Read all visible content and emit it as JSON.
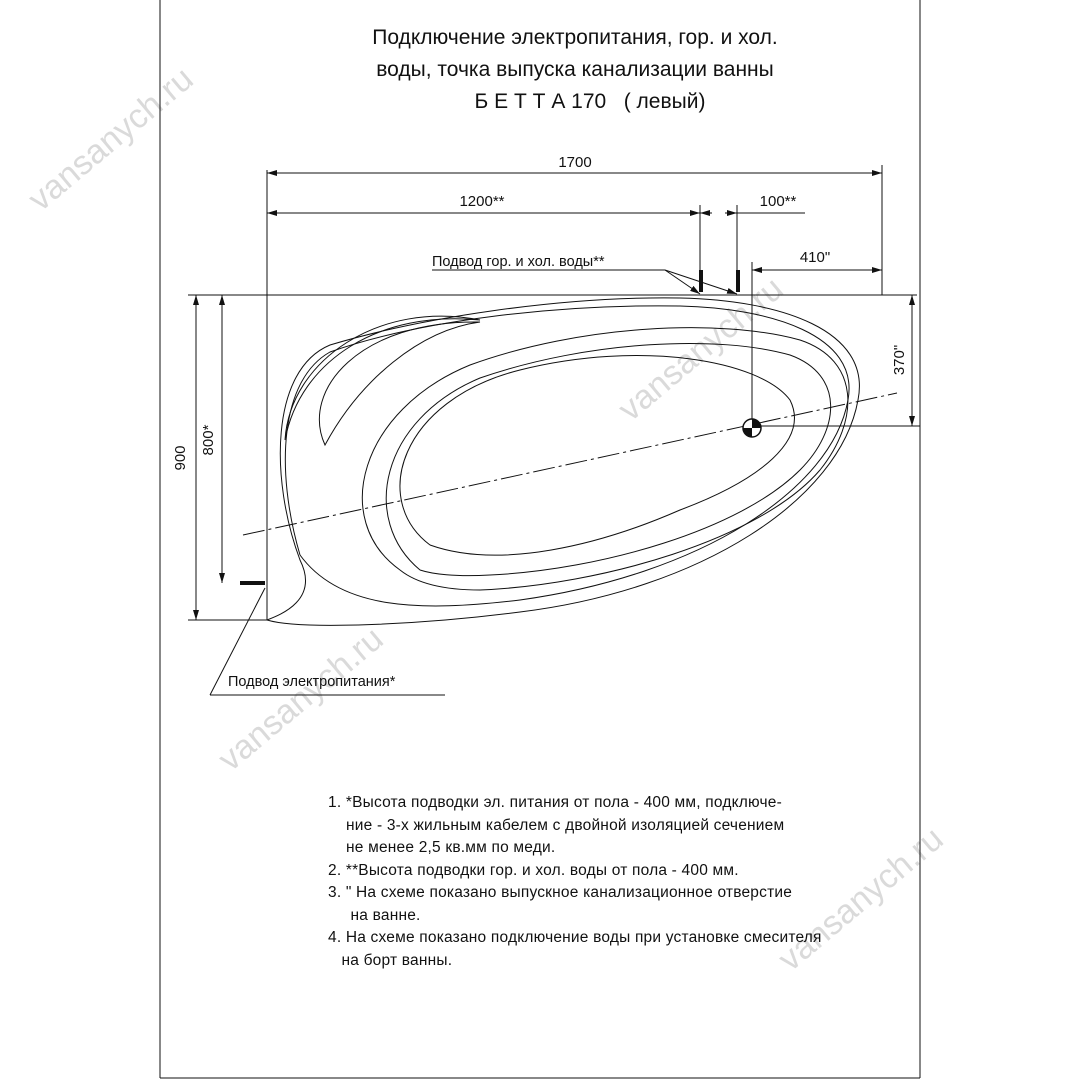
{
  "title": {
    "line1": "Подключение электропитания, гор. и хол.",
    "line2": "воды, точка выпуска канализации ванны",
    "line3": "Б Е Т Т А 170   ( левый)"
  },
  "dimensions": {
    "total_length": "1700",
    "water_offset": "1200**",
    "water_spacing": "100**",
    "drain_from_right": "410\"",
    "drain_from_top": "370\"",
    "total_width": "900",
    "power_offset": "800*"
  },
  "labels": {
    "water_supply": "Подвод гор. и хол. воды**",
    "power_supply": "Подвод электропитания*"
  },
  "notes": [
    "1. *Высота подводки эл. питания от пола - 400 мм, подключе-",
    "    ние - 3-х жильным кабелем с двойной изоляцией сечением",
    "    не менее 2,5 кв.мм по меди.",
    "2. **Высота подводки гор. и хол. воды от пола - 400 мм.",
    "3. \" На схеме показано выпускное канализационное отверстие",
    "     на ванне.",
    "4. На схеме показано подключение воды при установке смесителя",
    "   на борт ванны."
  ],
  "watermark": "vansanych.ru"
}
